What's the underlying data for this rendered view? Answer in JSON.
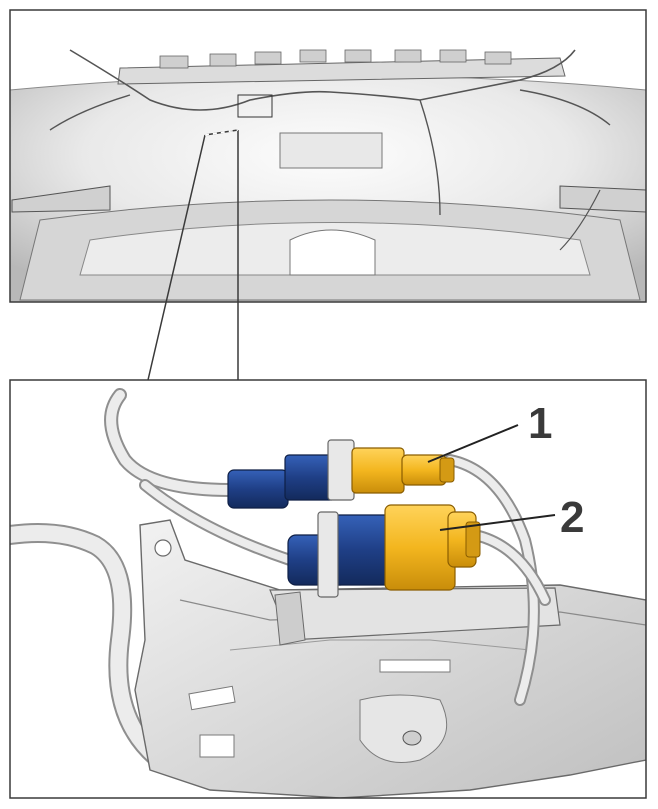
{
  "callouts": [
    {
      "number": "1",
      "part": "upper-connector-pair"
    },
    {
      "number": "2",
      "part": "lower-connector-pair"
    }
  ],
  "colors": {
    "frame": "#3a3a3a",
    "bumper_light": "#f2f2f2",
    "bumper_shade": "#bdbdbd",
    "connector_blue": "#1f3f86",
    "connector_blue_dark": "#142a5e",
    "connector_yellow": "#f3b61f",
    "connector_yellow_dark": "#c98d0a",
    "bracket": "#d9d9d9",
    "cable": "#e4e4e4"
  }
}
